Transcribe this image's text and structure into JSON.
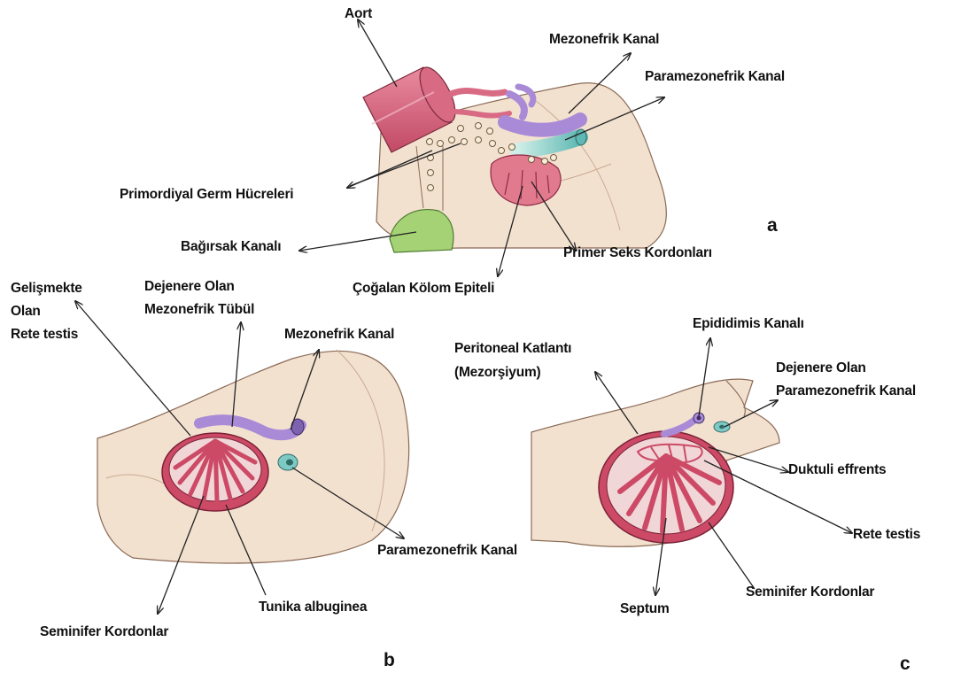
{
  "panels": {
    "a": "a",
    "b": "b",
    "c": "c"
  },
  "labels_a": {
    "aorta": "Aort",
    "mesonephric_duct": "Mezonefrik Kanal",
    "paramesonephric_duct": "Paramezonefrik Kanal",
    "primordial_germ_cells": "Primordiyal Germ Hücreleri",
    "gut": "Bağırsak Kanalı",
    "primary_sex_cords": "Primer Seks Kordonları",
    "coelomic_epithelium": "Çoğalan Kölom Epiteli"
  },
  "labels_b": {
    "rete_testis_line1": "Gelişmekte",
    "rete_testis_line2": "Olan",
    "rete_testis_line3": "Rete testis",
    "degenerating_tubule_line1": "Dejenere Olan",
    "degenerating_tubule_line2": "Mezonefrik Tübül",
    "mesonephric_duct": "Mezonefrik Kanal",
    "paramesonephric_duct": "Paramezonefrik Kanal",
    "tunica_albuginea": "Tunika albuginea",
    "seminiferous_cords": "Seminifer Kordonlar"
  },
  "labels_c": {
    "epididymis_duct": "Epididimis Kanalı",
    "peritoneal_fold_line1": "Peritoneal Katlantı",
    "peritoneal_fold_line2": "(Mezorşiyum)",
    "degenerating_pm_line1": "Dejenere Olan",
    "degenerating_pm_line2": "Paramezonefrik Kanal",
    "ductuli_efferentes": "Duktuli effrents",
    "rete_testis": "Rete testis",
    "seminiferous_cords": "Seminifer Kordonlar",
    "septum": "Septum"
  },
  "colors": {
    "aorta": "#d8607a",
    "tissue": "#f2dccb",
    "mesonephric": "#a98ad6",
    "paramesonephric": "#7ec9c4",
    "cords": "#c93f5e",
    "gut": "#a6d276"
  }
}
